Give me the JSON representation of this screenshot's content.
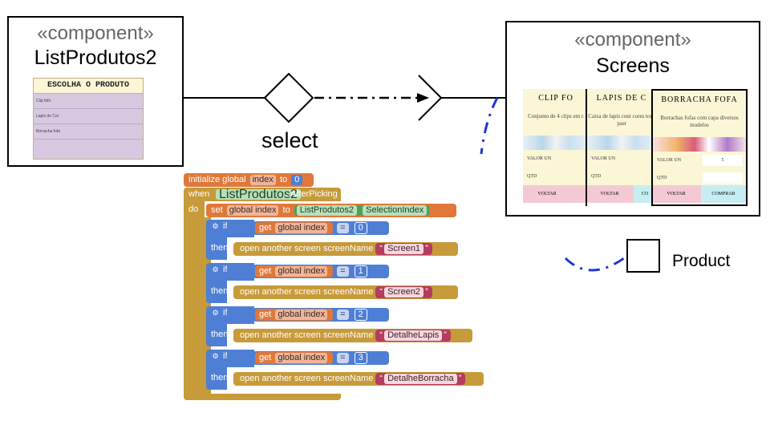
{
  "left_component": {
    "stereotype": "«component»",
    "name": "ListProdutos2",
    "screen": {
      "header": "ESCOLHA O PRODUTO",
      "items": [
        "Clip fofo",
        "Lapis de Cor",
        "Borracha fofa",
        ""
      ]
    }
  },
  "right_component": {
    "stereotype": "«component»",
    "name": "Screens",
    "screens": [
      {
        "title": "CLIP FO",
        "desc": "Conjunto de 4 clips em c",
        "row1": "VALOR UN",
        "row2": "QTD",
        "btn1": "VOLTAR",
        "btn2": ""
      },
      {
        "title": "LAPIS DE C",
        "desc": "Caixa de lapis cont cores tons past",
        "row1": "VALOR UN",
        "row2": "QTD",
        "btn1": "VOLTAR",
        "btn2": "CO"
      },
      {
        "title": "BORRACHA FOFA",
        "desc": "Borrachas fofas com capa diversos modelos",
        "row1": "VALOR UN",
        "row2": "QTD",
        "btn1": "VOLTAR",
        "btn2": "COMPRAR",
        "value": "5"
      }
    ]
  },
  "connector": {
    "label": "select"
  },
  "product_label": "Product",
  "blocks": {
    "init": {
      "text": "initialize global",
      "var": "index",
      "to": "to",
      "value": "0"
    },
    "when": {
      "text": "when",
      "component": "ListProdutos2",
      "event": ".AfterPicking"
    },
    "do": "do",
    "set": {
      "text": "set",
      "var": "global index",
      "to": "to",
      "component": "ListProdutos2",
      "prop": "SelectionIndex"
    },
    "if_label": "if",
    "then_label": "then",
    "get_label": "get",
    "get_var": "global index",
    "eq": "=",
    "open_text": "open another screen",
    "screen_name_label": "screenName",
    "conditions": [
      {
        "value": "0",
        "screen": "Screen1"
      },
      {
        "value": "1",
        "screen": "Screen2"
      },
      {
        "value": "2",
        "screen": "DetalheLapis"
      },
      {
        "value": "3",
        "screen": "DetalheBorracha"
      }
    ]
  },
  "colors": {
    "global_var": "#e0783a",
    "event": "#c79a3a",
    "control": "#4e7fd4",
    "component": "#4fa05a",
    "text": "#b53b5f"
  }
}
